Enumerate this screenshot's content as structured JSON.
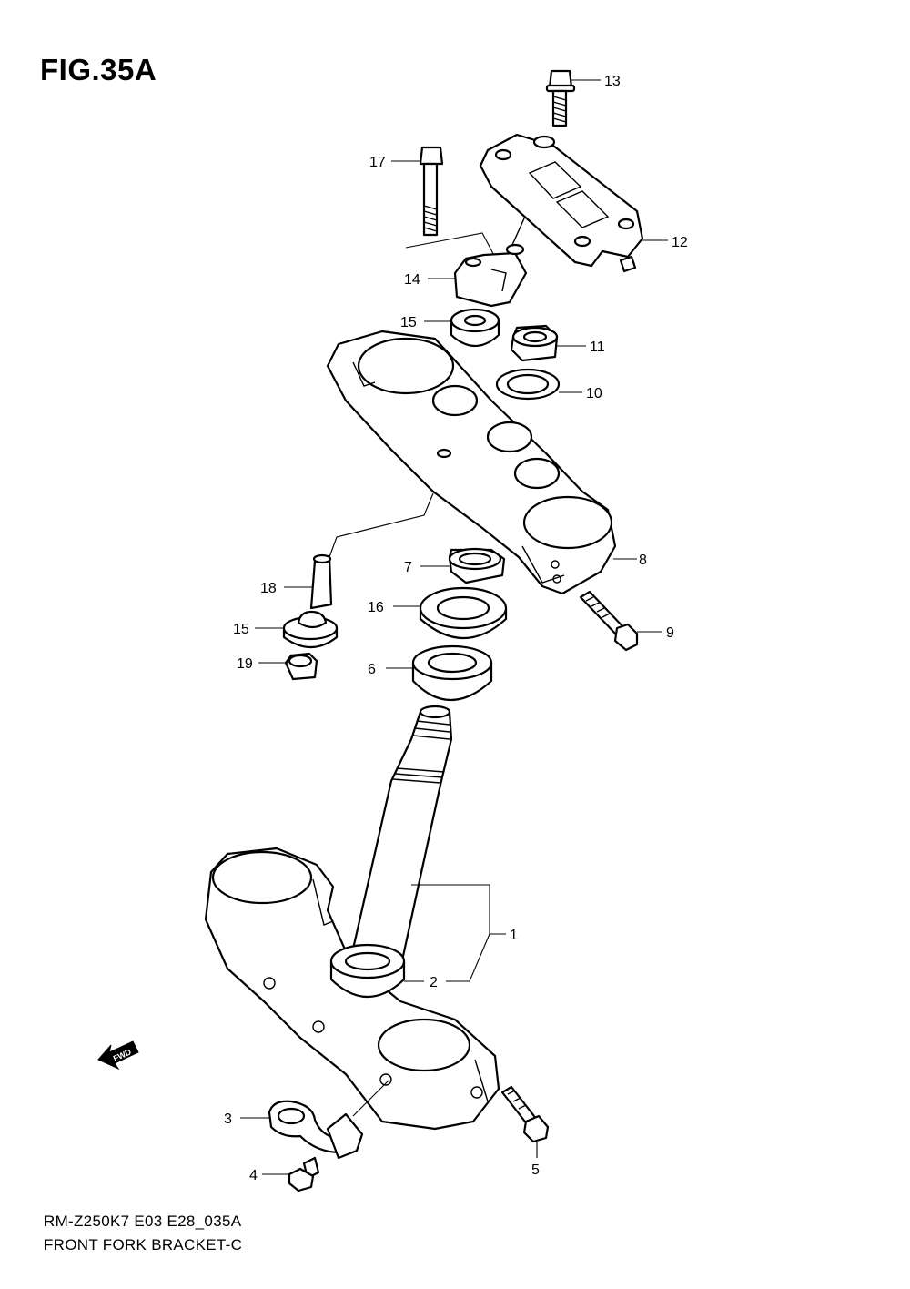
{
  "title": "FIG.35A",
  "footer": {
    "code": "RM-Z250K7 E03 E28_035A",
    "name": "FRONT FORK BRACKET-C"
  },
  "fwd_arrow": {
    "label": "FWD",
    "icon": "fwd-arrow-icon"
  },
  "callouts": [
    "1",
    "2",
    "3",
    "4",
    "5",
    "6",
    "7",
    "8",
    "9",
    "10",
    "11",
    "12",
    "13",
    "14",
    "15",
    "15",
    "16",
    "17",
    "18",
    "19"
  ]
}
